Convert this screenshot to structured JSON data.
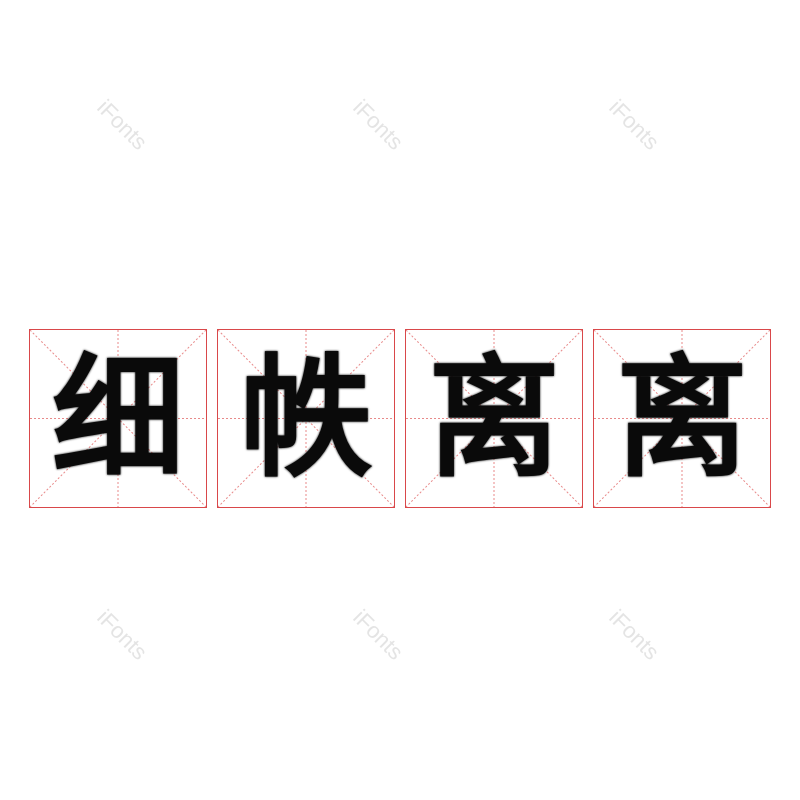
{
  "watermark": "iFonts",
  "characters": [
    "细",
    "帙",
    "离",
    "离"
  ],
  "colors": {
    "grid_border": "#d9484a",
    "grid_guides": "#e88a8a",
    "glyph": "#0a0a0a",
    "watermark": "#e4e4e4",
    "background": "#ffffff"
  }
}
